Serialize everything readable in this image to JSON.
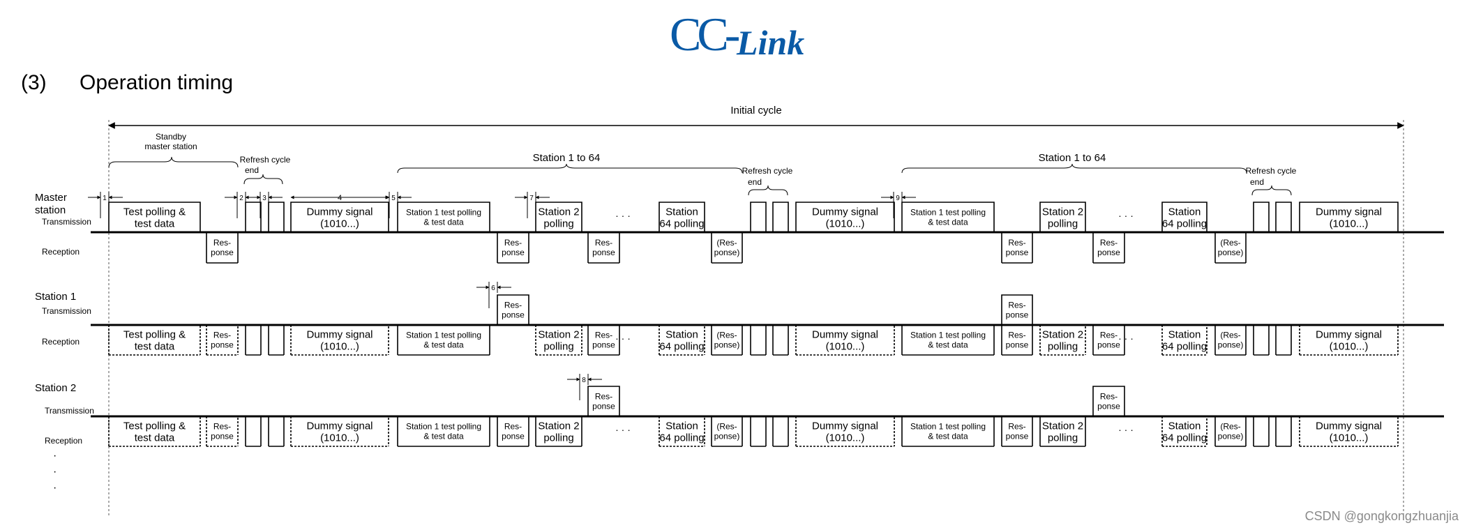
{
  "logo": {
    "part1": "CC-",
    "part2": "Link"
  },
  "section": {
    "number": "(3)",
    "title": "Operation timing"
  },
  "watermark": "CSDN @gongkongzhuanjia",
  "labels": {
    "initial_cycle": "Initial cycle",
    "standby_line1": "Standby",
    "standby_line2": "master station",
    "refresh_line1": "Refresh cycle",
    "refresh_line2": "end",
    "station_range": "Station 1 to 64",
    "master_line1": "Master",
    "master_line2": "station",
    "station1": "Station 1",
    "station2": "Station 2",
    "transmission": "Transmission",
    "reception": "Reception",
    "ellipsis": "· · ·",
    "dot": "·"
  },
  "blocks": {
    "test_polling": [
      "Test polling &",
      "test data"
    ],
    "dummy": [
      "Dummy signal",
      "(1010...)"
    ],
    "st1_polling": [
      "Station 1 test polling",
      "& test data"
    ],
    "st2_polling": [
      "Station 2",
      "polling"
    ],
    "st64_polling": [
      "Station",
      "64 polling"
    ],
    "response": [
      "Res-",
      "ponse"
    ],
    "paren_response": [
      "(Res-",
      "ponse)"
    ]
  },
  "markers": [
    "1",
    "2",
    "3",
    "4",
    "5",
    "6",
    "7",
    "8",
    "9"
  ]
}
